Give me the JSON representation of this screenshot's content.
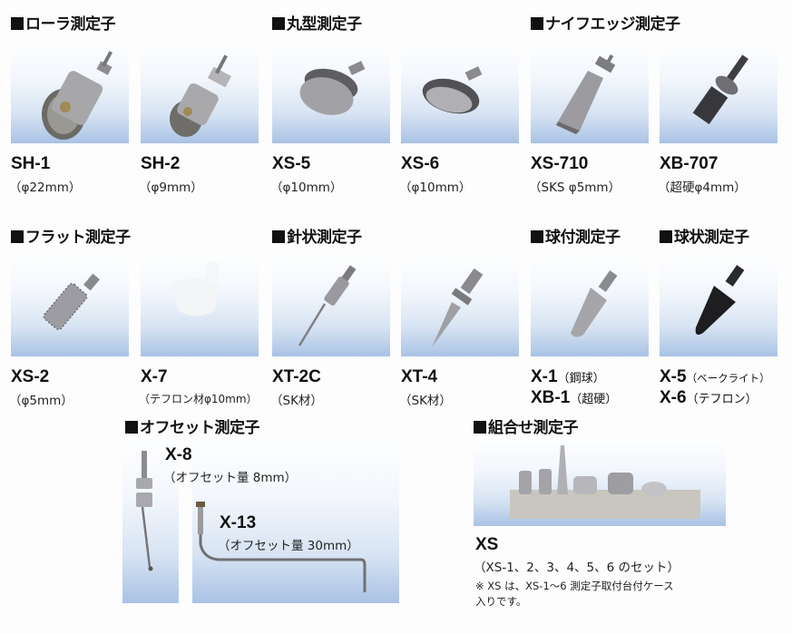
{
  "sections": {
    "roller": {
      "title": "ローラ測定子"
    },
    "round": {
      "title": "丸型測定子"
    },
    "knife_edge": {
      "title": "ナイフエッジ測定子"
    },
    "flat": {
      "title": "フラット測定子"
    },
    "needle": {
      "title": "針状測定子"
    },
    "ball_tipped": {
      "title": "球付測定子"
    },
    "spherical": {
      "title": "球状測定子"
    },
    "offset": {
      "title": "オフセット測定子"
    },
    "combination": {
      "title": "組合せ測定子"
    }
  },
  "products": [
    {
      "code": "SH-1",
      "spec": "（φ22mm）"
    },
    {
      "code": "SH-2",
      "spec": "（φ9mm）"
    },
    {
      "code": "XS-5",
      "spec": "（φ10mm）"
    },
    {
      "code": "XS-6",
      "spec": "（φ10mm）"
    },
    {
      "code": "XS-710",
      "spec": "（SKS φ5mm）"
    },
    {
      "code": "XB-707",
      "spec": "（超硬φ4mm）"
    },
    {
      "code": "XS-2",
      "spec": "（φ5mm）"
    },
    {
      "code": "X-7",
      "spec": "（テフロン材φ10mm）"
    },
    {
      "code": "XT-2C",
      "spec": "（SK材）"
    },
    {
      "code": "XT-4",
      "spec": "（SK材）"
    },
    {
      "code": "X-1",
      "material": "（鋼球）",
      "code2": "XB-1",
      "material2": "（超硬）"
    },
    {
      "code": "X-5",
      "material": "（ベークライト）",
      "code2": "X-6",
      "material2": "（テフロン）"
    }
  ],
  "offset_items": [
    {
      "code": "X-8",
      "spec": "（オフセット量 8mm）"
    },
    {
      "code": "X-13",
      "spec": "（オフセット量 30mm）"
    }
  ],
  "combination_item": {
    "code": "XS",
    "spec": "（XS-1、2、3、4、5、6 のセット）",
    "note_line1": "※ XS は、XS-1～6 測定子取付台付ケース",
    "note_line2": "入りです。"
  }
}
